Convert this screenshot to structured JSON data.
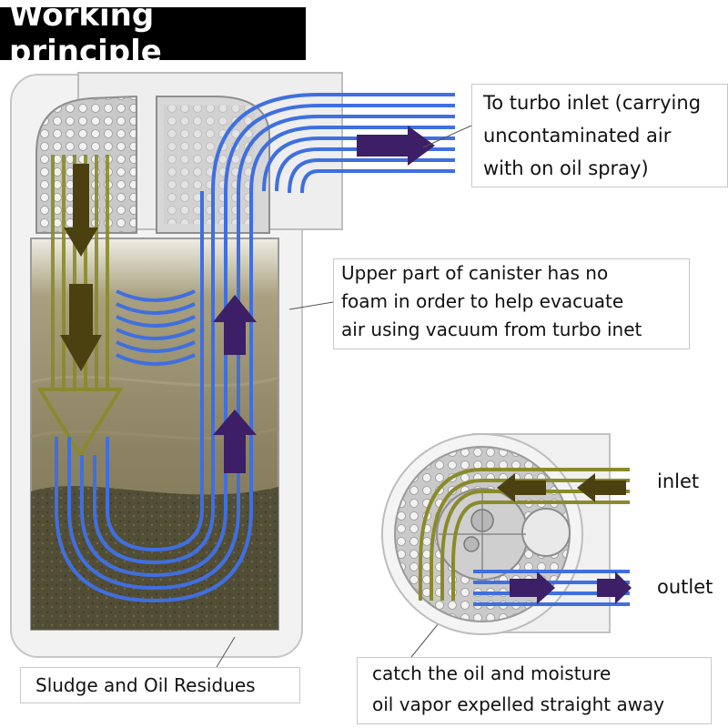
{
  "title": "Working principle",
  "callouts": {
    "turbo_inlet": [
      "To turbo inlet (carrying",
      "uncontaminated air",
      "with on oil spray)"
    ],
    "upper_part": [
      "Upper part of canister has no",
      "foam in order to help evacuate",
      "air using vacuum from turbo inet"
    ],
    "sludge": "Sludge and Oil Residues",
    "catch": [
      "catch the oil and moisture",
      "oil vapor expelled straight away"
    ]
  },
  "port_labels": {
    "inlet": "inlet",
    "outlet": "outlet"
  },
  "colors": {
    "clean_air": "#3f6fe0",
    "dirty_air": "#8a8a2a",
    "arrow_clean": "#3c1f66",
    "arrow_dirty": "#4a4010",
    "oil": "#7b7250",
    "sludge": "#3e3a24"
  }
}
